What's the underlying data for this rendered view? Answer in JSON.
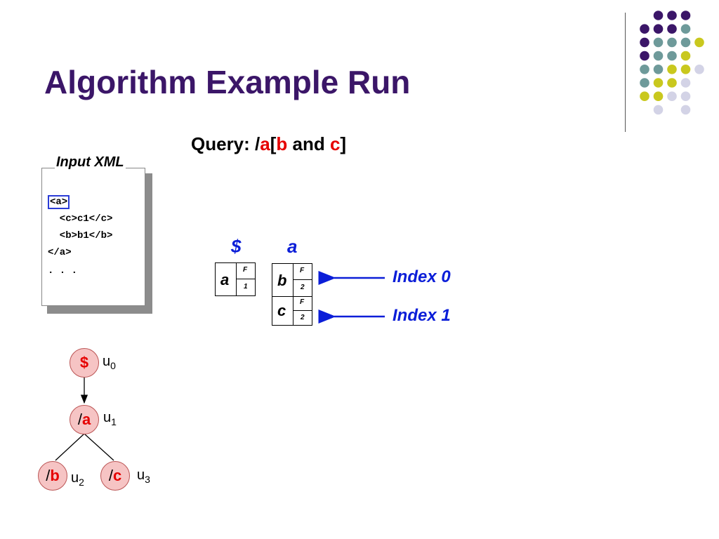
{
  "slide": {
    "title": "Algorithm Example Run"
  },
  "query": {
    "prefix": "Query: /",
    "a": "a",
    "open": "[",
    "b": "b",
    "and": " and ",
    "c": "c",
    "close": "]"
  },
  "input_xml": {
    "label": "Input XML",
    "lines": [
      "<a>",
      "  <c>c1</c>",
      "  <b>b1</b>",
      "</a>",
      ". . ."
    ]
  },
  "stacks": {
    "root_header": "$",
    "a_header": "a",
    "root_cell": {
      "letter": "a",
      "top": "F",
      "bottom": "1"
    },
    "a_cells": [
      {
        "letter": "b",
        "top": "F",
        "bottom": "2"
      },
      {
        "letter": "c",
        "top": "F",
        "bottom": "2"
      }
    ]
  },
  "indices": [
    "Index 0",
    "Index 1"
  ],
  "tree": {
    "nodes": [
      {
        "slash": "",
        "letter": "$",
        "u": "u",
        "sub": "0"
      },
      {
        "slash": "/",
        "letter": "a",
        "u": "u",
        "sub": "1"
      },
      {
        "slash": "/",
        "letter": "b",
        "u": "u",
        "sub": "2"
      },
      {
        "slash": "/",
        "letter": "c",
        "u": "u",
        "sub": "3"
      }
    ]
  },
  "colors": {
    "title": "#3b1668",
    "accent_red": "#e60000",
    "accent_blue": "#0b1ed8",
    "dot_purple": "#3b1668",
    "dot_teal": "#6e9a9a",
    "dot_yellow": "#c9c81e",
    "dot_lavender": "#d3d3e6"
  }
}
